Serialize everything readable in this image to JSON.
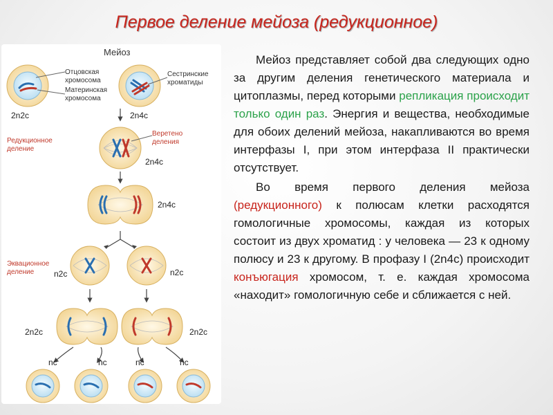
{
  "title": "Первое деление мейоза (редукционное)",
  "diagram": {
    "heading": "Мейоз",
    "label_paternal_1": "Отцовская",
    "label_paternal_2": "хромосома",
    "label_maternal_1": "Материнская",
    "label_maternal_2": "хромосома",
    "label_sister_1": "Сестринские",
    "label_sister_2": "хроматиды",
    "label_reduction_1": "Редукционное",
    "label_reduction_2": "деление",
    "label_spindle_1": "Веретено",
    "label_spindle_2": "деления",
    "label_equation_1": "Эквационное",
    "label_equation_2": "деление",
    "f_2n2c_top": "2n2c",
    "f_2n4c_top": "2n4c",
    "f_2n4c_mid": "2n4c",
    "f_2n4c_ana": "2n4c",
    "f_n2c_left": "n2c",
    "f_n2c_right": "n2c",
    "f_2n2c_left": "2n2c",
    "f_2n2c_right": "2n2c",
    "f_nc_1": "nc",
    "f_nc_2": "nc",
    "f_nc_3": "nc",
    "f_nc_4": "nc"
  },
  "text": {
    "p1_a": "Мейоз представляет собой два следующих одно за другим деления генетического материала и цитоплазмы, перед которыми ",
    "p1_hl": "репликация происходит только один раз",
    "p1_b": ". Энергия и вещества, необходимые для обоих делений мейоза, накапливаются во время интерфазы I, при этом интерфаза II практически отсутствует.",
    "p2_a": "Во время первого деления мейоза ",
    "p2_hl1": "(редукционного)",
    "p2_b": " к полюсам клетки расходятся гомологичные хромосомы, каждая из которых состоит из двух хроматид : у человека — 23 к одному полюсу и 23 к другому. В профазу I (2n4c) происходит ",
    "p2_hl2": "конъюгация",
    "p2_c": " хромосом, т. е. каждая хромосома «находит» гомологичную себе и сближается с ней."
  },
  "colors": {
    "title_red": "#c8241c",
    "highlight_green": "#2ba24a",
    "chromosome_blue": "#2a6fb0",
    "chromosome_red": "#c0392b",
    "cell_fill": "#fbe7bf",
    "nucleus_fill": "#dbeefa"
  }
}
